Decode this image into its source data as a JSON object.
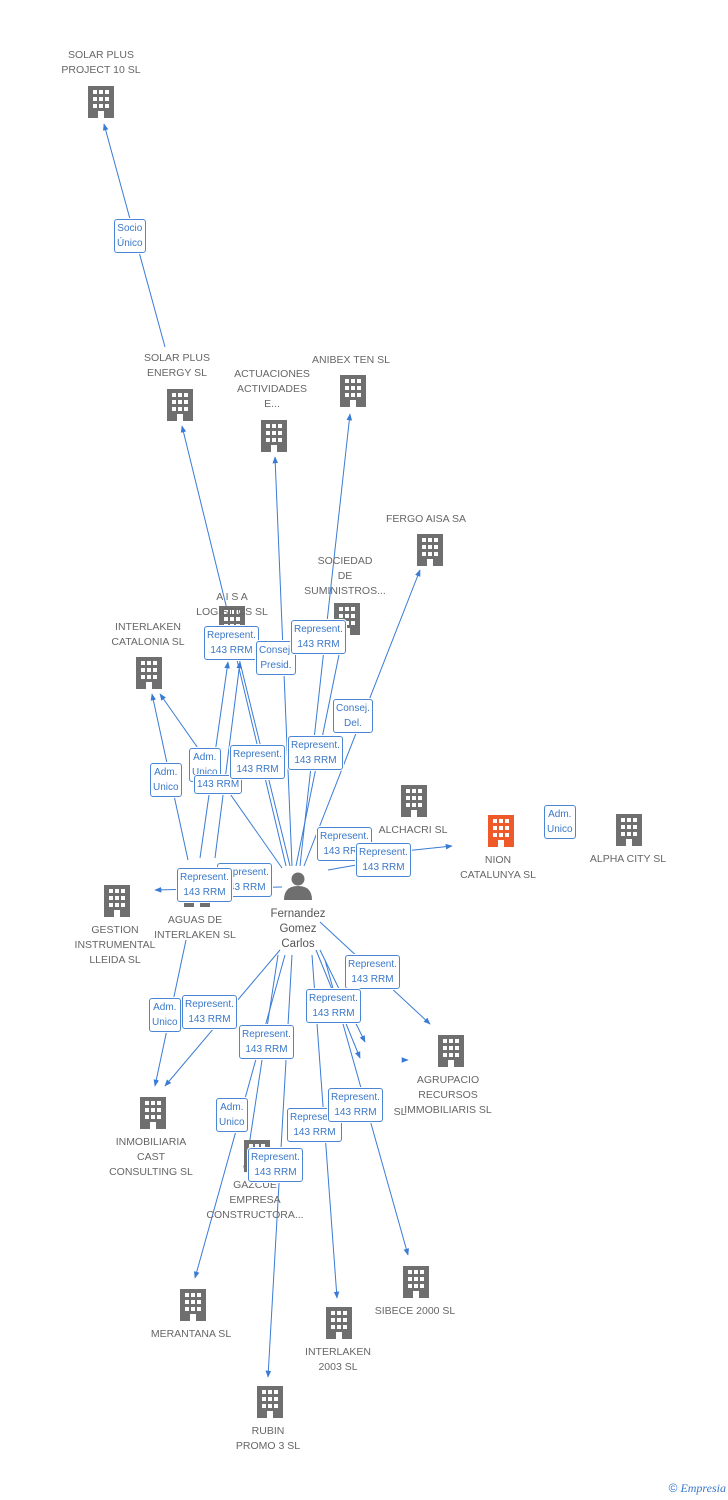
{
  "colors": {
    "edge": "#3a7bd5",
    "building": "#6f6f6f",
    "highlight": "#ef5a2a",
    "label": "#666666"
  },
  "person": {
    "name": "Fernandez\nGomez\nCarlos",
    "icon": "person-icon"
  },
  "nodes": [
    {
      "id": "solarplus10",
      "label": "SOLAR PLUS\nPROJECT 10 SL"
    },
    {
      "id": "solarplusenergy",
      "label": "SOLAR PLUS\nENERGY SL"
    },
    {
      "id": "actuaciones",
      "label": "ACTUACIONES\nACTIVIDADES\nE..."
    },
    {
      "id": "anibex",
      "label": "ANIBEX TEN SL"
    },
    {
      "id": "fergo",
      "label": "FERGO AISA SA"
    },
    {
      "id": "sociedad",
      "label": "SOCIEDAD\nDE\nSUMINISTROS..."
    },
    {
      "id": "aisa",
      "label": "A I S A\nLOGISTICS SL"
    },
    {
      "id": "interlakencat",
      "label": "INTERLAKEN\nCATALONIA SL"
    },
    {
      "id": "alchacri",
      "label": "ALCHACRI SL"
    },
    {
      "id": "nion",
      "label": "NION\nCATALUNYA SL",
      "highlight": true
    },
    {
      "id": "alphacity",
      "label": "ALPHA CITY SL"
    },
    {
      "id": "gestion",
      "label": "GESTION\nINSTRUMENTAL\nLLEIDA SL"
    },
    {
      "id": "aguas",
      "label": "AGUAS DE\nINTERLAKEN SL"
    },
    {
      "id": "agrupacio",
      "label": "AGRUPACIO\nRECURSOS\nIMMOBILIARIS SL"
    },
    {
      "id": "hidden_sl",
      "label": "SL"
    },
    {
      "id": "inmobcast",
      "label": "INMOBILIARIA\nCAST\nCONSULTING SL"
    },
    {
      "id": "gazcue",
      "label": "GAZCUE\nEMPRESA\nCONSTRUCTORA..."
    },
    {
      "id": "sibece",
      "label": "SIBECE 2000 SL"
    },
    {
      "id": "merantana",
      "label": "MERANTANA SL"
    },
    {
      "id": "interlaken2003",
      "label": "INTERLAKEN\n2003 SL"
    },
    {
      "id": "rubin",
      "label": "RUBIN\nPROMO 3 SL"
    }
  ],
  "edge_labels": [
    {
      "id": "e1",
      "text": "Socio\nÚnico"
    },
    {
      "id": "e2",
      "text": "Represent.\n143 RRM"
    },
    {
      "id": "e3",
      "text": "Consej.\nPresid."
    },
    {
      "id": "e4",
      "text": "Represent.\n143 RRM"
    },
    {
      "id": "e5",
      "text": "Consej.\nDel."
    },
    {
      "id": "e6",
      "text": "Represent.\n143 RRM"
    },
    {
      "id": "e7",
      "text": "Adm.\nUnico"
    },
    {
      "id": "e8",
      "text": "Adm.\nUnico"
    },
    {
      "id": "e9",
      "text": "143 RRM"
    },
    {
      "id": "e10",
      "text": "Represent.\n143 RRM"
    },
    {
      "id": "e11",
      "text": "Represent.\n143 RRM"
    },
    {
      "id": "e12",
      "text": "Represent.\n143 RRM"
    },
    {
      "id": "e13",
      "text": "Adm.\nUnico"
    },
    {
      "id": "e14",
      "text": "Represent.\n143 RRM"
    },
    {
      "id": "e15",
      "text": "Represent.\n143 RRM"
    },
    {
      "id": "e16",
      "text": "Represent.\n143 RRM"
    },
    {
      "id": "e17",
      "text": "Adm.\nUnico"
    },
    {
      "id": "e18",
      "text": "Represent.\n143 RRM"
    },
    {
      "id": "e19",
      "text": "Represent.\n143 RRM"
    },
    {
      "id": "e20",
      "text": "Represent.\n143 RRM"
    },
    {
      "id": "e21",
      "text": "Adm.\nUnico"
    },
    {
      "id": "e22",
      "text": "Represent.\n143 RRM"
    },
    {
      "id": "e23",
      "text": "Represent.\n143 RRM"
    },
    {
      "id": "e24",
      "text": "Represent.\n143 RRM"
    }
  ],
  "footer": {
    "copyright": "©",
    "brand": "Empresia"
  }
}
